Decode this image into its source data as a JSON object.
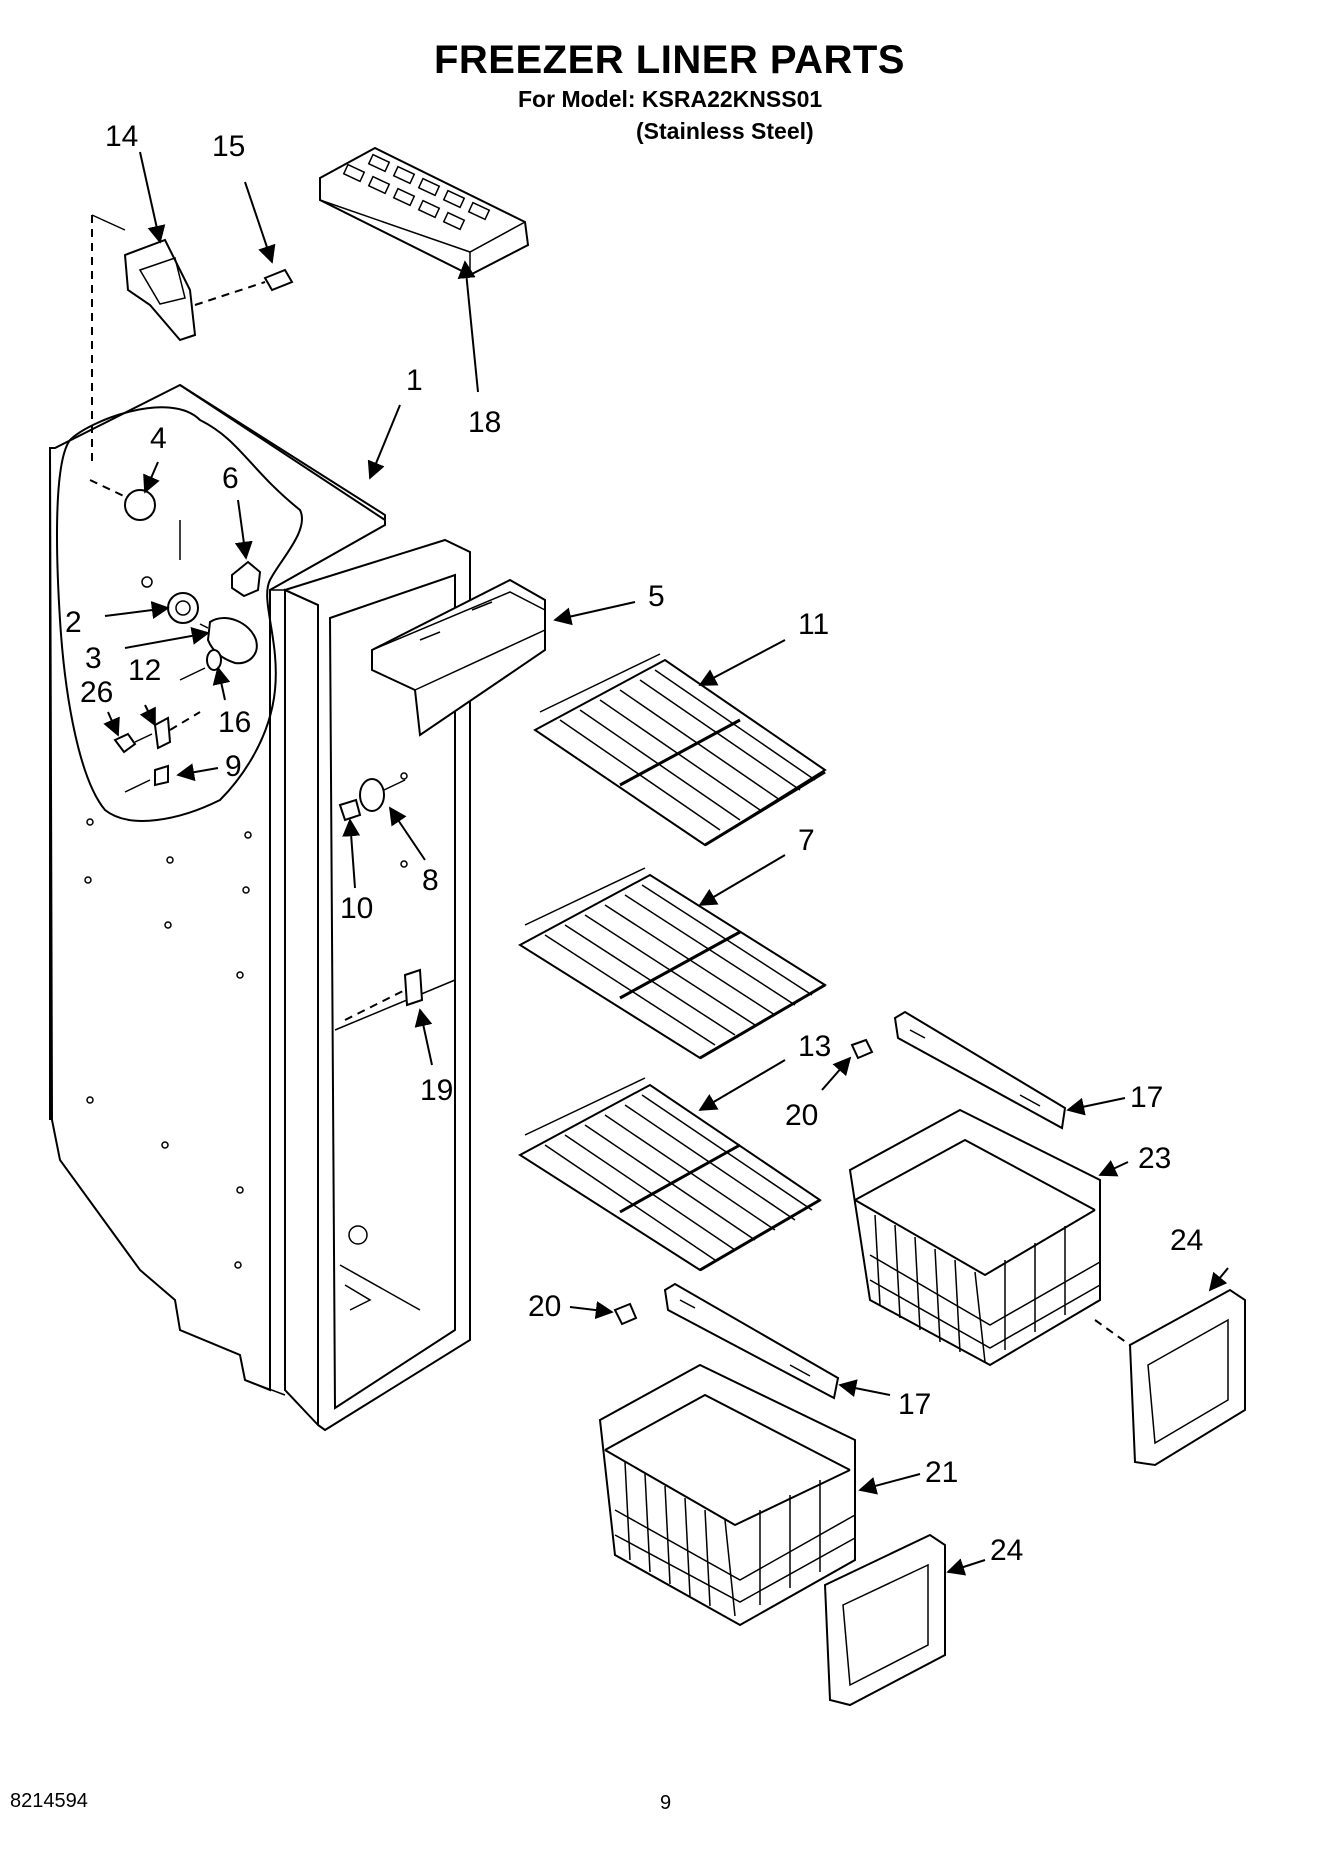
{
  "header": {
    "title": "FREEZER LINER PARTS",
    "model_line": "For Model: KSRA22KNSS01",
    "finish_line": "(Stainless Steel)"
  },
  "callouts": [
    "1",
    "2",
    "3",
    "4",
    "5",
    "6",
    "7",
    "8",
    "9",
    "10",
    "11",
    "12",
    "13",
    "14",
    "15",
    "16",
    "17",
    "17",
    "18",
    "19",
    "20",
    "20",
    "21",
    "23",
    "24",
    "24",
    "26"
  ],
  "footer": {
    "doc_number": "8214594",
    "page_number": "9"
  }
}
